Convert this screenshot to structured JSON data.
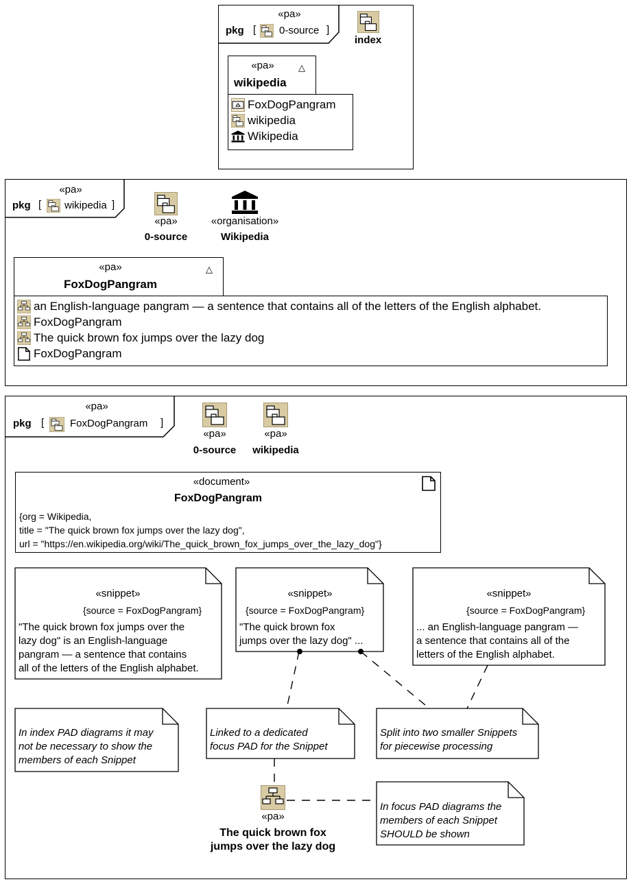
{
  "index_frame": {
    "kind": "pkg",
    "stereotype": "«pa»",
    "name": "0-source",
    "index_icon_label": "index",
    "member_package": {
      "stereotype": "«pa»",
      "name": "wikipedia",
      "marker": "△",
      "rows": [
        {
          "icon": "tab-package-icon",
          "text": "FoxDogPangram"
        },
        {
          "icon": "package-icon",
          "text": "wikipedia"
        },
        {
          "icon": "organisation-icon",
          "text": "Wikipedia"
        }
      ]
    }
  },
  "wikipedia_frame": {
    "kind": "pkg",
    "stereotype": "«pa»",
    "name": "wikipedia",
    "elements": [
      {
        "stereotype": "«pa»",
        "name": "0-source",
        "icon": "package-icon"
      },
      {
        "stereotype": "«organisation»",
        "name": "Wikipedia",
        "icon": "organisation-icon"
      }
    ],
    "member_package": {
      "stereotype": "«pa»",
      "name": "FoxDogPangram",
      "marker": "△",
      "rows": [
        {
          "icon": "snippet-package-icon",
          "text": "an English-language pangram — a sentence that contains all of the letters of the English alphabet."
        },
        {
          "icon": "snippet-package-icon",
          "text": "FoxDogPangram"
        },
        {
          "icon": "snippet-package-icon",
          "text": "The quick brown fox jumps over the lazy dog"
        },
        {
          "icon": "document-icon",
          "text": "FoxDogPangram"
        }
      ]
    }
  },
  "foxdog_frame": {
    "kind": "pkg",
    "stereotype": "«pa»",
    "name": "FoxDogPangram",
    "elements": [
      {
        "stereotype": "«pa»",
        "name": "0-source",
        "icon": "package-icon"
      },
      {
        "stereotype": "«pa»",
        "name": "wikipedia",
        "icon": "package-icon"
      }
    ],
    "document": {
      "stereotype": "«document»",
      "name": "FoxDogPangram",
      "props": [
        "{org = Wikipedia,",
        "title = \"The quick brown fox jumps over the lazy dog\",",
        "url = \"https://en.wikipedia.org/wiki/The_quick_brown_fox_jumps_over_the_lazy_dog\"}"
      ]
    },
    "snippets": [
      {
        "stereotype": "«snippet»",
        "source": "{source = FoxDogPangram}",
        "lines": [
          "\"The quick brown fox jumps over the",
          "lazy dog\" is an English-language",
          "pangram — a sentence that contains",
          "all of the letters of the English alphabet."
        ]
      },
      {
        "stereotype": "«snippet»",
        "source": "{source = FoxDogPangram}",
        "lines": [
          "\"The quick brown fox",
          "jumps over the lazy dog\" ..."
        ]
      },
      {
        "stereotype": "«snippet»",
        "source": "{source = FoxDogPangram}",
        "lines": [
          "... an English-language pangram —",
          "a sentence that contains all of the",
          "letters of the English alphabet."
        ]
      }
    ],
    "notes": [
      {
        "lines": [
          "In index PAD diagrams it may",
          "not be necessary to show the",
          "members of each Snippet"
        ]
      },
      {
        "lines": [
          "Linked to a dedicated",
          "focus PAD for the Snippet"
        ]
      },
      {
        "lines": [
          "Split into two smaller Snippets",
          "for piecewise processing"
        ]
      },
      {
        "lines": [
          "In focus PAD diagrams the",
          "members of each Snippet",
          "SHOULD be shown"
        ]
      }
    ],
    "focus_package": {
      "stereotype": "«pa»",
      "name_lines": [
        "The quick brown fox",
        "jumps over the lazy dog"
      ],
      "icon": "snippet-package-icon"
    }
  }
}
